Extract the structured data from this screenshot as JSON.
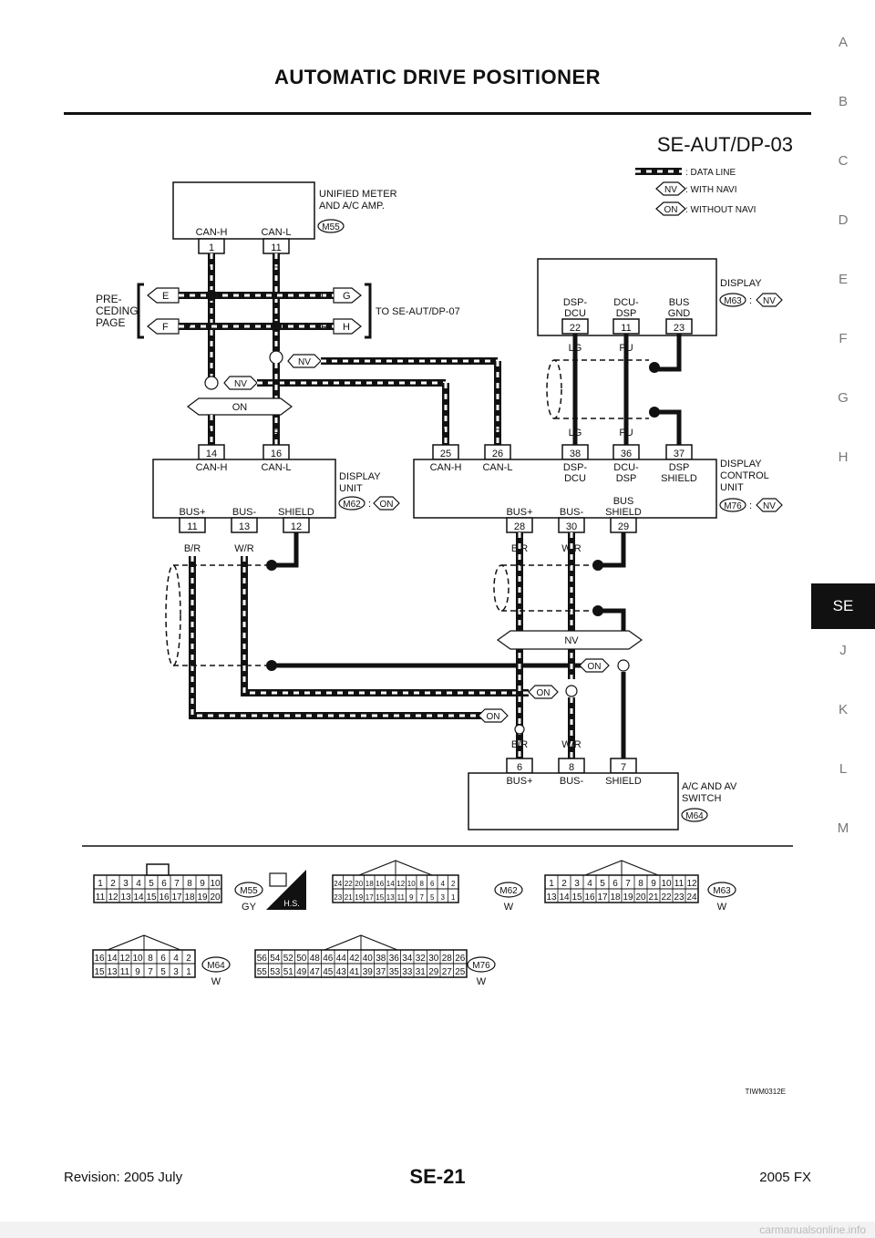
{
  "header": {
    "title": "AUTOMATIC DRIVE POSITIONER"
  },
  "tabs": [
    "A",
    "B",
    "C",
    "D",
    "E",
    "F",
    "G",
    "H",
    "SE",
    "J",
    "K",
    "L",
    "M"
  ],
  "active_tab": "SE",
  "diagram": {
    "id": "SE-AUT/DP-03",
    "legend": {
      "data_line": ": DATA LINE",
      "nv_code": "NV",
      "nv_text": ": WITH NAVI",
      "on_code": "ON",
      "on_text": ": WITHOUT NAVI"
    },
    "meter": {
      "label1": "UNIFIED METER",
      "label2": "AND A/C AMP.",
      "conn": "M55",
      "pin1_name": "CAN-H",
      "pin1": "1",
      "pin2_name": "CAN-L",
      "pin2": "11"
    },
    "preceding": {
      "l1": "PRE-",
      "l2": "CEDING",
      "l3": "PAGE",
      "e": "E",
      "f": "F"
    },
    "to_next": {
      "text": "TO SE-AUT/DP-07",
      "g": "G",
      "h": "H"
    },
    "display": {
      "label": "DISPLAY",
      "conn": "M63",
      "opt": "NV",
      "p1_name1": "DSP-",
      "p1_name2": "DCU",
      "p1": "22",
      "p2_name1": "DCU-",
      "p2_name2": "DSP",
      "p2": "11",
      "p3_name1": "BUS",
      "p3_name2": "GND",
      "p3": "23"
    },
    "display_unit": {
      "label1": "DISPLAY",
      "label2": "UNIT",
      "conn": "M62",
      "opt": "ON",
      "p14": "14",
      "p16": "16",
      "p11": "11",
      "p13": "13",
      "p12": "12",
      "canh": "CAN-H",
      "canl": "CAN-L",
      "busp": "BUS+",
      "busm": "BUS-",
      "shield": "SHIELD"
    },
    "dcu": {
      "label1": "DISPLAY",
      "label2": "CONTROL",
      "label3": "UNIT",
      "conn": "M76",
      "opt": "NV",
      "p25": "25",
      "p26": "26",
      "p38": "38",
      "p36": "36",
      "p37": "37",
      "p28": "28",
      "p30": "30",
      "p29": "29",
      "canh": "CAN-H",
      "canl": "CAN-L",
      "dspdcu1": "DSP-",
      "dspdcu2": "DCU",
      "dcudsp1": "DCU-",
      "dcudsp2": "DSP",
      "dspsh1": "DSP",
      "dspsh2": "SHIELD",
      "busp": "BUS+",
      "busm": "BUS-",
      "bussh1": "BUS",
      "bussh2": "SHIELD"
    },
    "switch": {
      "label1": "A/C AND AV",
      "label2": "SWITCH",
      "conn": "M64",
      "p6": "6",
      "p8": "8",
      "p7": "7",
      "busp": "BUS+",
      "busm": "BUS-",
      "shield": "SHIELD"
    },
    "wires": {
      "L": "L",
      "R": "R",
      "LG": "LG",
      "PU": "PU",
      "BR": "B/R",
      "WR": "W/R",
      "NV": "NV",
      "ON": "ON"
    },
    "connectors": {
      "m55": {
        "code": "M55",
        "color": "GY",
        "row1": [
          "1",
          "2",
          "3",
          "4",
          "5",
          "6",
          "7",
          "8",
          "9",
          "10"
        ],
        "row2": [
          "11",
          "12",
          "13",
          "14",
          "15",
          "16",
          "17",
          "18",
          "19",
          "20"
        ]
      },
      "hs": "H.S.",
      "m62": {
        "code": "M62",
        "color": "W",
        "row1": [
          "24",
          "22",
          "20",
          "18",
          "16",
          "14",
          "12",
          "10",
          "8",
          "6",
          "4",
          "2"
        ],
        "row2": [
          "23",
          "21",
          "19",
          "17",
          "15",
          "13",
          "11",
          "9",
          "7",
          "5",
          "3",
          "1"
        ]
      },
      "m63": {
        "code": "M63",
        "color": "W",
        "row1": [
          "1",
          "2",
          "3",
          "4",
          "5",
          "6",
          "7",
          "8",
          "9",
          "10",
          "11",
          "12"
        ],
        "row2": [
          "13",
          "14",
          "15",
          "16",
          "17",
          "18",
          "19",
          "20",
          "21",
          "22",
          "23",
          "24"
        ]
      },
      "m64": {
        "code": "M64",
        "color": "W",
        "row1": [
          "16",
          "14",
          "12",
          "10",
          "8",
          "6",
          "4",
          "2"
        ],
        "row2": [
          "15",
          "13",
          "11",
          "9",
          "7",
          "5",
          "3",
          "1"
        ]
      },
      "m76": {
        "code": "M76",
        "color": "W",
        "row1": [
          "56",
          "54",
          "52",
          "50",
          "48",
          "46",
          "44",
          "42",
          "40",
          "38",
          "36",
          "34",
          "32",
          "30",
          "28",
          "26"
        ],
        "row2": [
          "55",
          "53",
          "51",
          "49",
          "47",
          "45",
          "43",
          "41",
          "39",
          "37",
          "35",
          "33",
          "31",
          "29",
          "27",
          "25"
        ]
      }
    },
    "figure_code": "TIWM0312E"
  },
  "footer": {
    "revision": "Revision: 2005 July",
    "page": "SE-21",
    "model": "2005 FX"
  },
  "watermark": "carmanualsonline.info"
}
